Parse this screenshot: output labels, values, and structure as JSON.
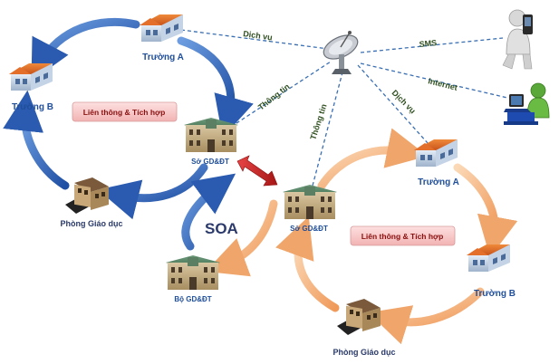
{
  "colors": {
    "blue_arrow": "#2f5fb3",
    "orange_arrow": "#f2b27a",
    "red_arrow": "#c81e1e",
    "dashed_line": "#3a6fb3",
    "label_box": "#f7c6c6",
    "label_blue": "#1f4e9a",
    "label_dark": "#2f4f1f"
  },
  "left_cycle": {
    "school_a": "Trường A",
    "school_b": "Trường B",
    "district_office": "Phòng Giáo dục",
    "department": "Sở GD&ĐT",
    "box_label": "Liên thông & Tích hợp"
  },
  "right_cycle": {
    "school_a": "Trường A",
    "school_b": "Trường B",
    "district_office": "Phòng Giáo dục",
    "department": "Sở GD&ĐT",
    "box_label": "Liên thông & Tích hợp"
  },
  "ministry": "Bộ GD&ĐT",
  "soa": "SOA",
  "links": {
    "dich_vu_1": "Dịch vụ",
    "thong_tin_1": "Thông tin",
    "thong_tin_2": "Thông tin",
    "dich_vu_2": "Dịch vụ",
    "sms": "SMS",
    "internet": "Internet"
  },
  "icons": {
    "satellite": "satellite-dish-icon",
    "phone_user": "mobile-phone-user-icon",
    "computer_user": "computer-user-icon",
    "house": "school-house-icon",
    "building": "government-building-icon"
  }
}
